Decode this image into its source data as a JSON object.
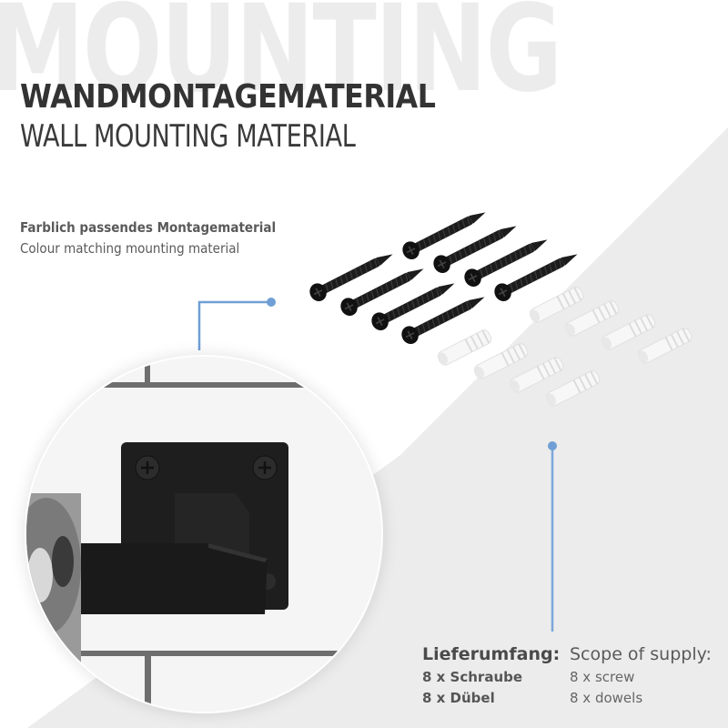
{
  "header": {
    "watermark": "MOUNTING",
    "title_de": "WANDMONTAGEMATERIAL",
    "title_en": "WALL MOUNTING MATERIAL"
  },
  "feature": {
    "subtitle_de": "Farblich passendes Montagematerial",
    "subtitle_en": "Colour matching mounting material"
  },
  "parts": {
    "screws": {
      "count": 8,
      "color": "#1a1a1a",
      "icon": "black-screw-icon"
    },
    "dowels": {
      "count": 8,
      "color": "#f4f4f4",
      "icon": "white-wall-plug-icon"
    }
  },
  "product_detail": {
    "icon": "black-wall-mount-bracket-icon",
    "description": "Close-up of black square wall mount with two phillips screws on tiled wall"
  },
  "supply": {
    "de": {
      "heading": "Lieferumfang:",
      "items": [
        "8 x Schraube",
        "8 x Dübel"
      ]
    },
    "en": {
      "heading": "Scope of supply:",
      "items": [
        "8 x screw",
        "8 x dowels"
      ]
    }
  },
  "colors": {
    "background": "#ffffff",
    "diagonal_band": "#ececec",
    "watermark": "#ececec",
    "heading_text": "#333333",
    "body_text": "#5a5a5a",
    "accent_line": "#6f9fd5"
  }
}
